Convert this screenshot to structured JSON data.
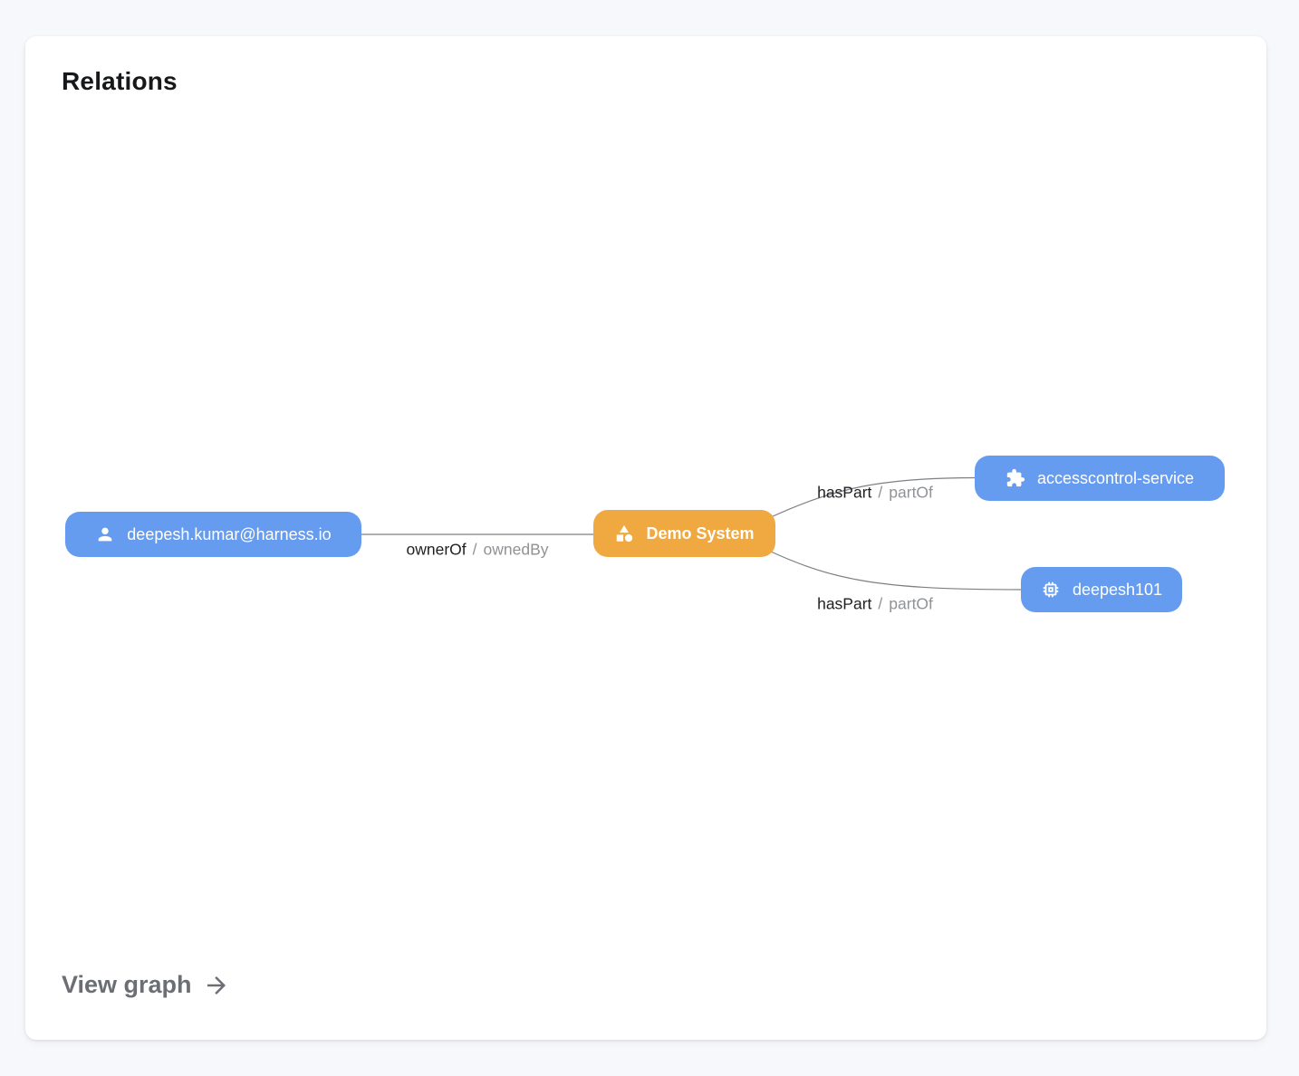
{
  "colors": {
    "page_background": "#f6f8fb",
    "card_background": "#ffffff",
    "node_blue": "#669cf0",
    "node_orange": "#f0a841",
    "edge_line": "#7d7f83",
    "edge_label_primary": "#1e1f22",
    "edge_label_secondary": "#8f9296",
    "footer_link": "#6b6e73"
  },
  "card": {
    "title": "Relations",
    "footer_link_label": "View graph",
    "footer_link_icon": "arrow-right-icon"
  },
  "graph": {
    "nodes": [
      {
        "id": "user",
        "label": "deepesh.kumar@harness.io",
        "icon": "person-icon",
        "color": "#669cf0"
      },
      {
        "id": "system",
        "label": "Demo System",
        "icon": "category-icon",
        "color": "#f0a841"
      },
      {
        "id": "service",
        "label": "accesscontrol-service",
        "icon": "puzzle-icon",
        "color": "#669cf0"
      },
      {
        "id": "resource",
        "label": "deepesh101",
        "icon": "chip-icon",
        "color": "#669cf0"
      }
    ],
    "edges": [
      {
        "from": "user",
        "to": "system",
        "forward": "ownerOf",
        "separator": "/",
        "reverse": "ownedBy"
      },
      {
        "from": "system",
        "to": "service",
        "forward": "hasPart",
        "separator": "/",
        "reverse": "partOf"
      },
      {
        "from": "system",
        "to": "resource",
        "forward": "hasPart",
        "separator": "/",
        "reverse": "partOf"
      }
    ]
  }
}
